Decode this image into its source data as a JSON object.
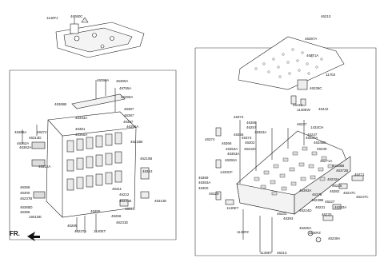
{
  "diagram": {
    "fr_label": "FR.",
    "labels": [
      "1140FJ",
      "46080C",
      "46210",
      "46397A",
      "46271A",
      "11703",
      "46235C",
      "46114",
      "1140EW",
      "46442",
      "46390A",
      "45390A",
      "46755A",
      "46390A",
      "46365B",
      "46387",
      "46387",
      "46343A",
      "46387",
      "46395A",
      "46381",
      "46365A",
      "46218B",
      "46388A",
      "46313D",
      "46362A",
      "46374",
      "46362A",
      "46312A",
      "46210B",
      "46313",
      "46368",
      "46300",
      "46237B",
      "46311",
      "46222",
      "46231B",
      "46312E",
      "46365D",
      "46396",
      "1601DE",
      "46355",
      "46256",
      "46231E",
      "46313",
      "46286",
      "46237A",
      "1140ET",
      "46374",
      "46366",
      "46257",
      "46237",
      "1433CH",
      "46355",
      "46374",
      "46302",
      "46353A",
      "46237A",
      "46348B",
      "46366",
      "46353A",
      "46342C",
      "46239",
      "46374",
      "46353A",
      "46393A",
      "46271A",
      "46388B",
      "46372B",
      "46369",
      "46383A",
      "46300",
      "1433CF",
      "46232A",
      "46237",
      "46271",
      "46226",
      "46393A",
      "46382",
      "46247C",
      "46378",
      "46227",
      "1140ET",
      "46329",
      "46239B",
      "46231",
      "46224D",
      "46331",
      "46393",
      "46220",
      "46283A",
      "46247C",
      "46260A",
      "1140FZ",
      "1140FZ",
      "1140ET",
      "46313",
      "46239A"
    ]
  }
}
